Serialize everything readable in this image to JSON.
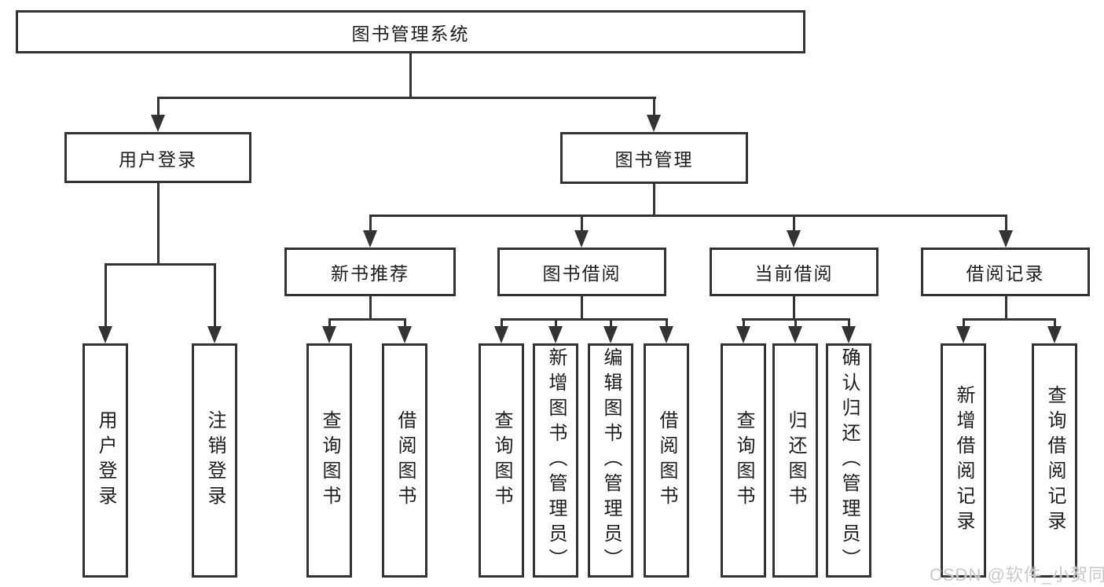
{
  "diagram": {
    "root": {
      "label": "图书管理系统"
    },
    "user_login": {
      "label": "用户登录",
      "children": {
        "login": "用户登录",
        "logout": "注销登录"
      }
    },
    "book_management": {
      "label": "图书管理",
      "sections": {
        "new_book_recommend": {
          "label": "新书推荐",
          "children": {
            "query_book": "查询图书",
            "borrow_book": "借阅图书"
          }
        },
        "book_borrowing": {
          "label": "图书借阅",
          "children": {
            "query_book": "查询图书",
            "add_book": "新增图书（管理员）",
            "edit_book": "编辑图书（管理员）",
            "borrow_book": "借阅图书"
          }
        },
        "current_borrowing": {
          "label": "当前借阅",
          "children": {
            "query_book": "查询图书",
            "return_book": "归还图书",
            "confirm_return": "确认归还（管理员）"
          }
        },
        "borrowing_records": {
          "label": "借阅记录",
          "children": {
            "add_record": "新增借阅记录",
            "query_record": "查询借阅记录"
          }
        }
      }
    },
    "watermark": "CSDN @软件_小贺同学",
    "colors": {
      "background": "#ffffff",
      "line": "#333333",
      "box_border": "#333333",
      "box_bg": "#ffffff",
      "text": "#1c1c1c",
      "watermark": "#c8c8c8"
    }
  }
}
